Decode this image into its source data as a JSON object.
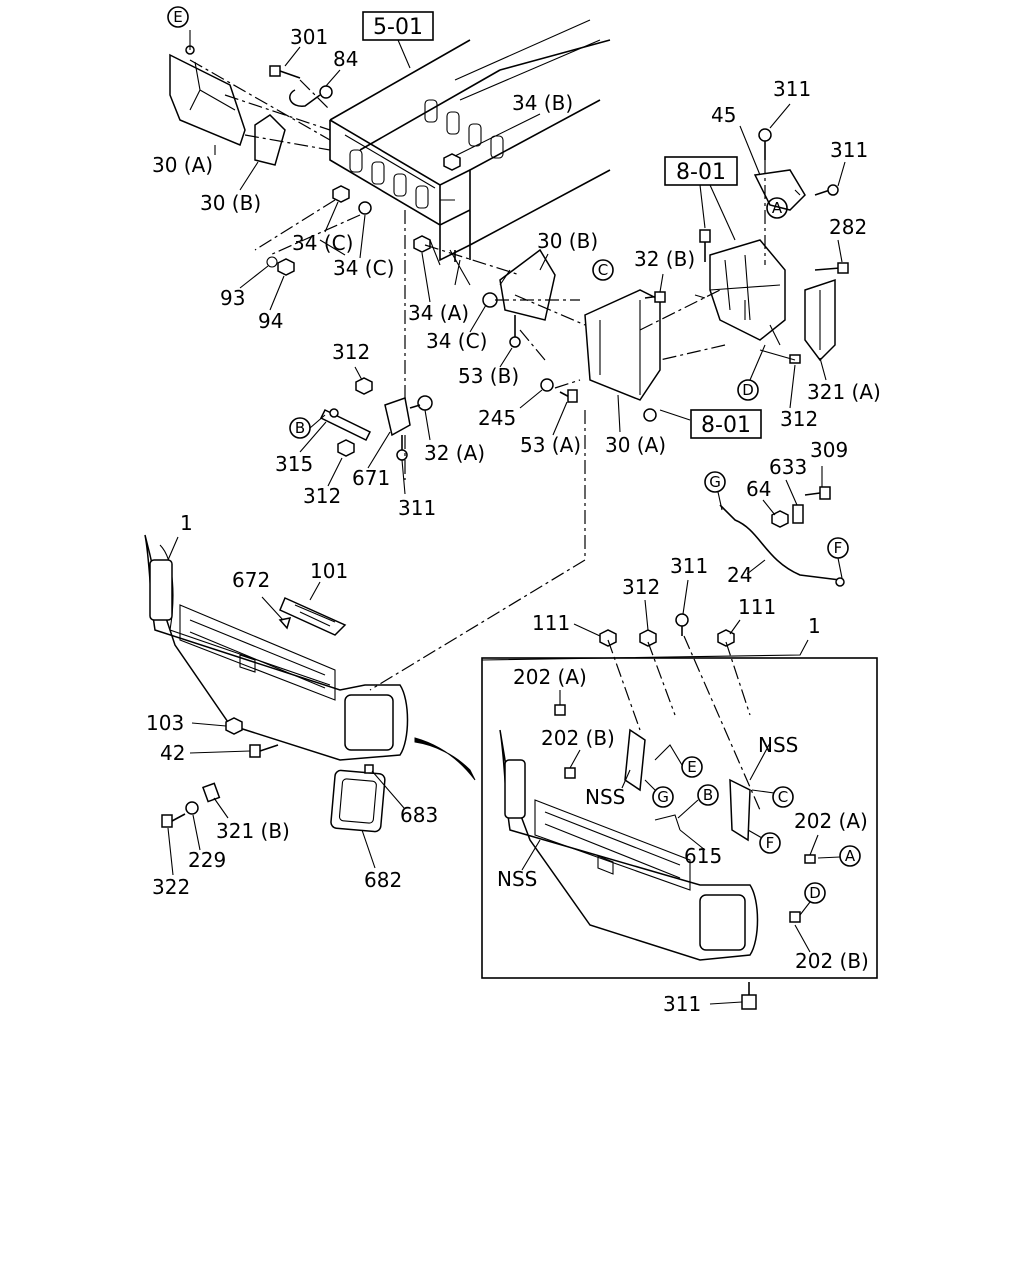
{
  "ref_boxes": {
    "frame": "5-01",
    "cab_upper": "8-01",
    "cab_lower": "8-01"
  },
  "circle_refs": {
    "E_top": "E",
    "C_bracket": "C",
    "A_right": "A",
    "D_right": "D",
    "B_left": "B",
    "G_harness": "G",
    "F_harness": "F",
    "E_inset": "E",
    "G_inset": "G",
    "B_inset": "B",
    "C_inset": "C",
    "F_inset": "F",
    "A_inset": "A",
    "D_inset": "D"
  },
  "labels": {
    "p301": "301",
    "p84": "84",
    "p34b": "34 (B)",
    "p30a_top": "30 (A)",
    "p30b_top": "30 (B)",
    "p34c_1": "34 (C)",
    "p34c_2": "34 (C)",
    "p93": "93",
    "p94": "94",
    "p34a": "34 (A)",
    "p30b_mid": "30 (B)",
    "p32b": "32 (B)",
    "p34c_3": "34 (C)",
    "p53b": "53 (B)",
    "p245": "245",
    "p53a": "53 (A)",
    "p30a_mid": "30 (A)",
    "p312_a": "312",
    "p315": "315",
    "p312_b": "312",
    "p671": "671",
    "p32a": "32 (A)",
    "p311_a": "311",
    "p311_top": "311",
    "p45": "45",
    "p311_right": "311",
    "p282": "282",
    "p321a": "321 (A)",
    "p312_right": "312",
    "p309": "309",
    "p633": "633",
    "p64": "64",
    "p24": "24",
    "p1_main": "1",
    "p672": "672",
    "p101": "101",
    "p103": "103",
    "p42": "42",
    "p321b": "321 (B)",
    "p229": "229",
    "p322": "322",
    "p683": "683",
    "p682": "682",
    "p311_inset_top": "311",
    "p312_inset": "312",
    "p111_left": "111",
    "p111_right": "111",
    "p1_inset": "1",
    "p202a_left": "202 (A)",
    "p202b_left": "202 (B)",
    "nss_1": "NSS",
    "nss_2": "NSS",
    "nss_3": "NSS",
    "p615": "615",
    "p202a_right": "202 (A)",
    "p202b_right": "202 (B)",
    "p311_bottom": "311"
  }
}
